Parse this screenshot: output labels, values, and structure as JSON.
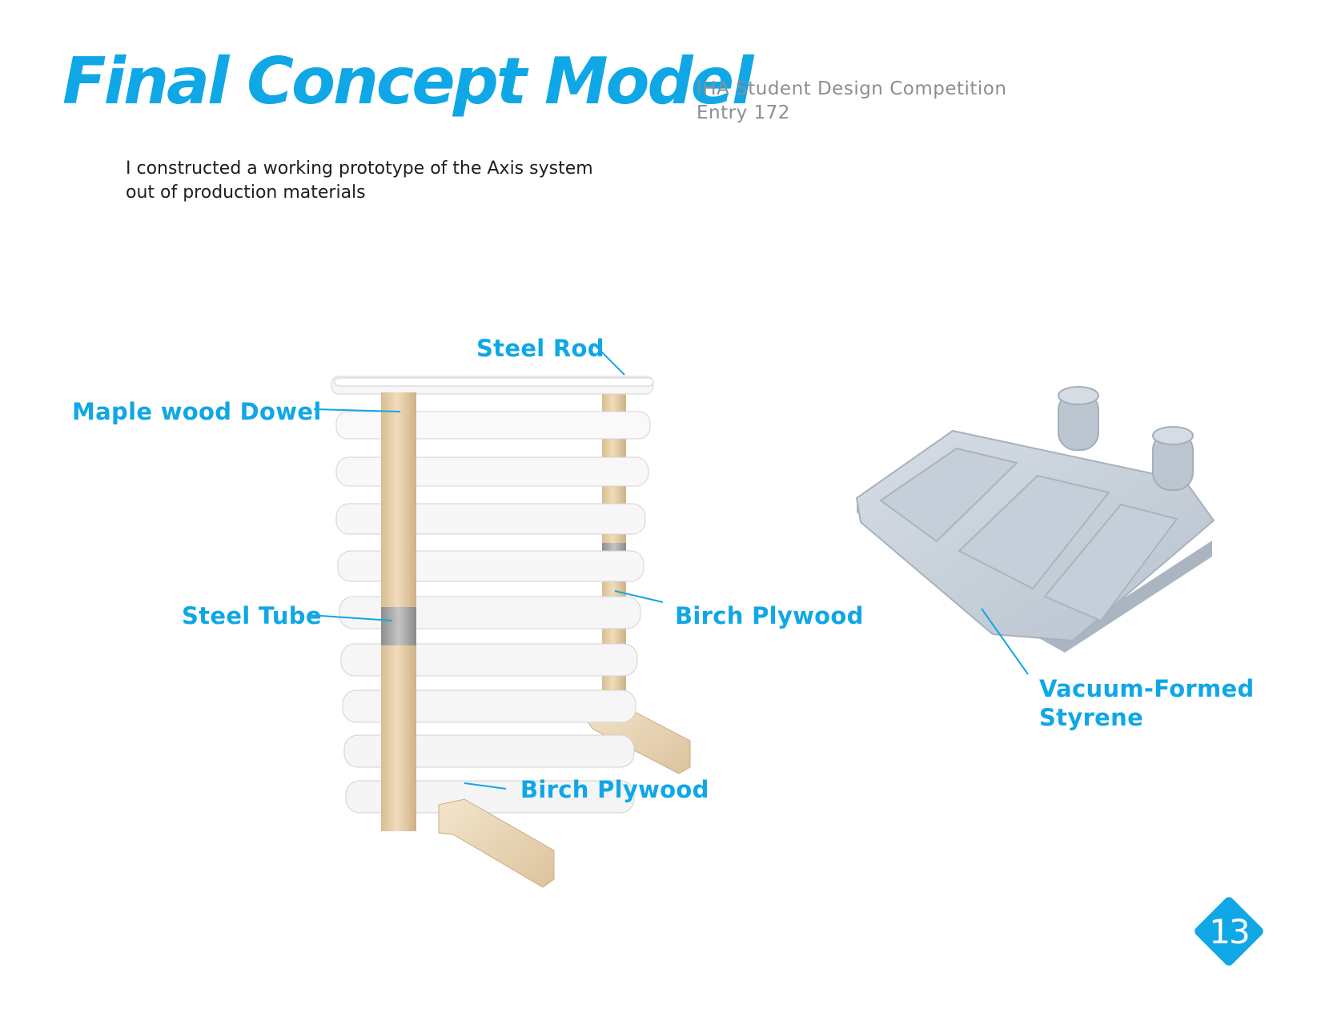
{
  "header": {
    "title": "Final Concept Model",
    "subtitle_line1": "IHA Student Design Competition",
    "subtitle_line2": "Entry 172"
  },
  "intro": {
    "line1": "I constructed a working prototype of the Axis system",
    "line2": "out of production materials"
  },
  "callouts": {
    "steel_rod": "Steel Rod",
    "maple_dowel": "Maple wood Dowel",
    "steel_tube": "Steel Tube",
    "birch_plywood_right": "Birch Plywood",
    "birch_plywood_bottom": "Birch Plywood",
    "styrene_line1": "Vacuum-Formed",
    "styrene_line2": "Styrene"
  },
  "page_number": "13",
  "colors": {
    "accent": "#0fa7e6",
    "subtitle_gray": "#8a8f93",
    "maple": "#e6cfa8",
    "steel": "#a9a9a9",
    "styrene": "#c9d1da"
  }
}
